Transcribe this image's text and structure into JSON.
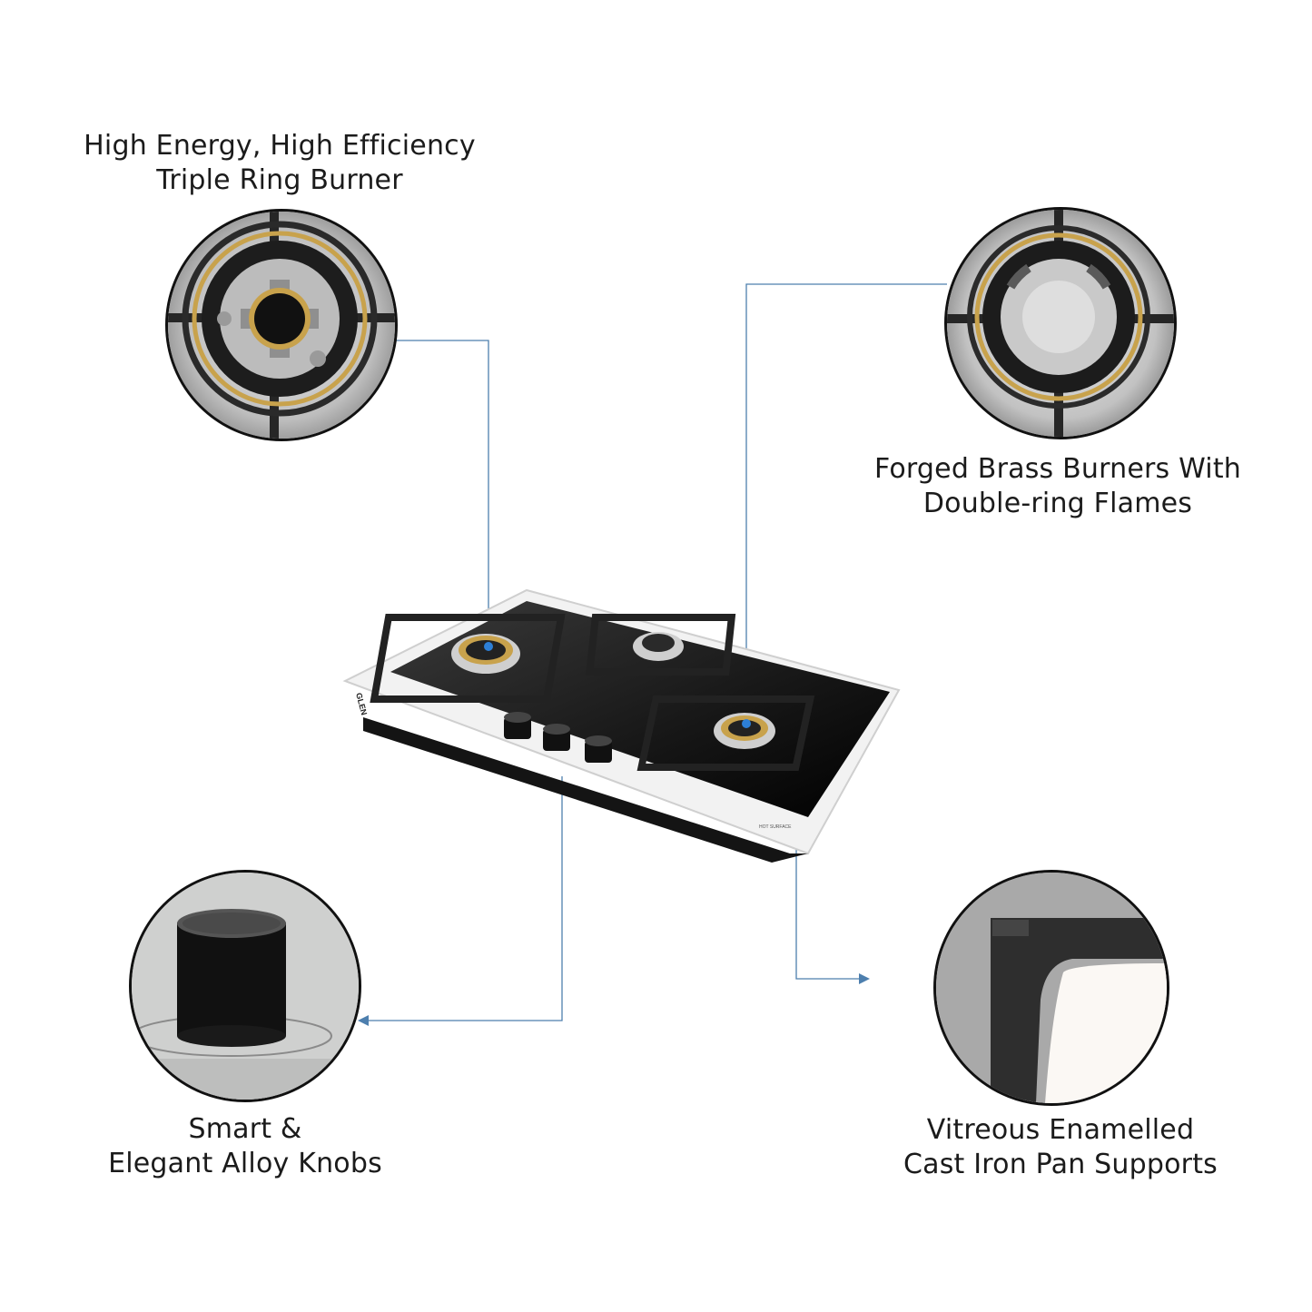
{
  "features": [
    {
      "id": "triple-ring-burner",
      "lines": [
        "High Energy, High Efficiency",
        "Triple Ring Burner"
      ]
    },
    {
      "id": "brass-burners",
      "lines": [
        "Forged Brass Burners With",
        "Double-ring Flames"
      ]
    },
    {
      "id": "alloy-knobs",
      "lines": [
        "Smart &",
        "Elegant Alloy Knobs"
      ]
    },
    {
      "id": "pan-supports",
      "lines": [
        "Vitreous Enamelled",
        "Cast Iron Pan Supports"
      ]
    }
  ],
  "product": {
    "brand_mark": "GLEN",
    "side_badge": "HOT SURFACE",
    "knob_count": 3,
    "burner_count": 3
  },
  "colors": {
    "leader_line": "#4d7fae",
    "glass_top": "#161616",
    "frame": "#f2f2f2",
    "brass": "#c8a24c",
    "iron": "#2a2a2a"
  }
}
